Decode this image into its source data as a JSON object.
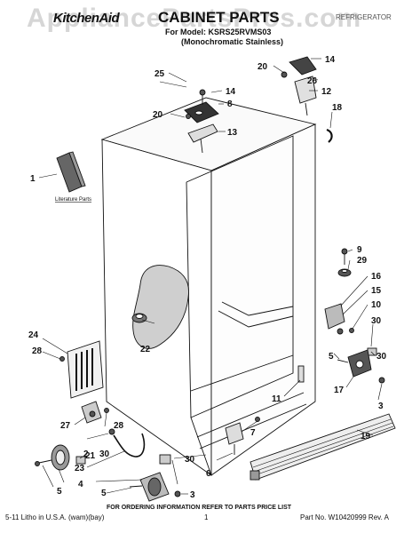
{
  "header": {
    "brand": "KitchenAid",
    "title": "CABINET PARTS",
    "model_prefix": "For Model:",
    "model": "KSRS25RVMS03",
    "variant": "(Monochromatic Stainless)",
    "category": "REFRIGERATOR"
  },
  "watermark": "AppliancePartsPros.com",
  "literature_label": "Literature Parts",
  "callouts": [
    {
      "id": "c-1",
      "text": "1"
    },
    {
      "id": "c-2",
      "text": "2"
    },
    {
      "id": "c-3a",
      "text": "3"
    },
    {
      "id": "c-3b",
      "text": "3"
    },
    {
      "id": "c-4",
      "text": "4"
    },
    {
      "id": "c-5a",
      "text": "5"
    },
    {
      "id": "c-5b",
      "text": "5"
    },
    {
      "id": "c-5c",
      "text": "5"
    },
    {
      "id": "c-6",
      "text": "6"
    },
    {
      "id": "c-7",
      "text": "7"
    },
    {
      "id": "c-8",
      "text": "8"
    },
    {
      "id": "c-9",
      "text": "9"
    },
    {
      "id": "c-10",
      "text": "10"
    },
    {
      "id": "c-11",
      "text": "11"
    },
    {
      "id": "c-12",
      "text": "12"
    },
    {
      "id": "c-13",
      "text": "13"
    },
    {
      "id": "c-14a",
      "text": "14"
    },
    {
      "id": "c-14b",
      "text": "14"
    },
    {
      "id": "c-15",
      "text": "15"
    },
    {
      "id": "c-16",
      "text": "16"
    },
    {
      "id": "c-17",
      "text": "17"
    },
    {
      "id": "c-18",
      "text": "18"
    },
    {
      "id": "c-19",
      "text": "19"
    },
    {
      "id": "c-20a",
      "text": "20"
    },
    {
      "id": "c-20b",
      "text": "20"
    },
    {
      "id": "c-21",
      "text": "21"
    },
    {
      "id": "c-22",
      "text": "22"
    },
    {
      "id": "c-23",
      "text": "23"
    },
    {
      "id": "c-24",
      "text": "24"
    },
    {
      "id": "c-25",
      "text": "25"
    },
    {
      "id": "c-26",
      "text": "26"
    },
    {
      "id": "c-27",
      "text": "27"
    },
    {
      "id": "c-28a",
      "text": "28"
    },
    {
      "id": "c-28b",
      "text": "28"
    },
    {
      "id": "c-29",
      "text": "29"
    },
    {
      "id": "c-30a",
      "text": "30"
    },
    {
      "id": "c-30b",
      "text": "30"
    },
    {
      "id": "c-30c",
      "text": "30"
    },
    {
      "id": "c-30d",
      "text": "30"
    }
  ],
  "footer": {
    "ordering": "FOR ORDERING INFORMATION REFER TO PARTS PRICE LIST",
    "litho": "5-11 Litho in U.S.A. (wam)(bay)",
    "page": "1",
    "part_no": "Part No. W10420999 Rev. A"
  },
  "colors": {
    "line": "#111111",
    "fill_light": "#f2f2f2",
    "fill_dark": "#444444",
    "watermark": "#c9c9c9"
  }
}
